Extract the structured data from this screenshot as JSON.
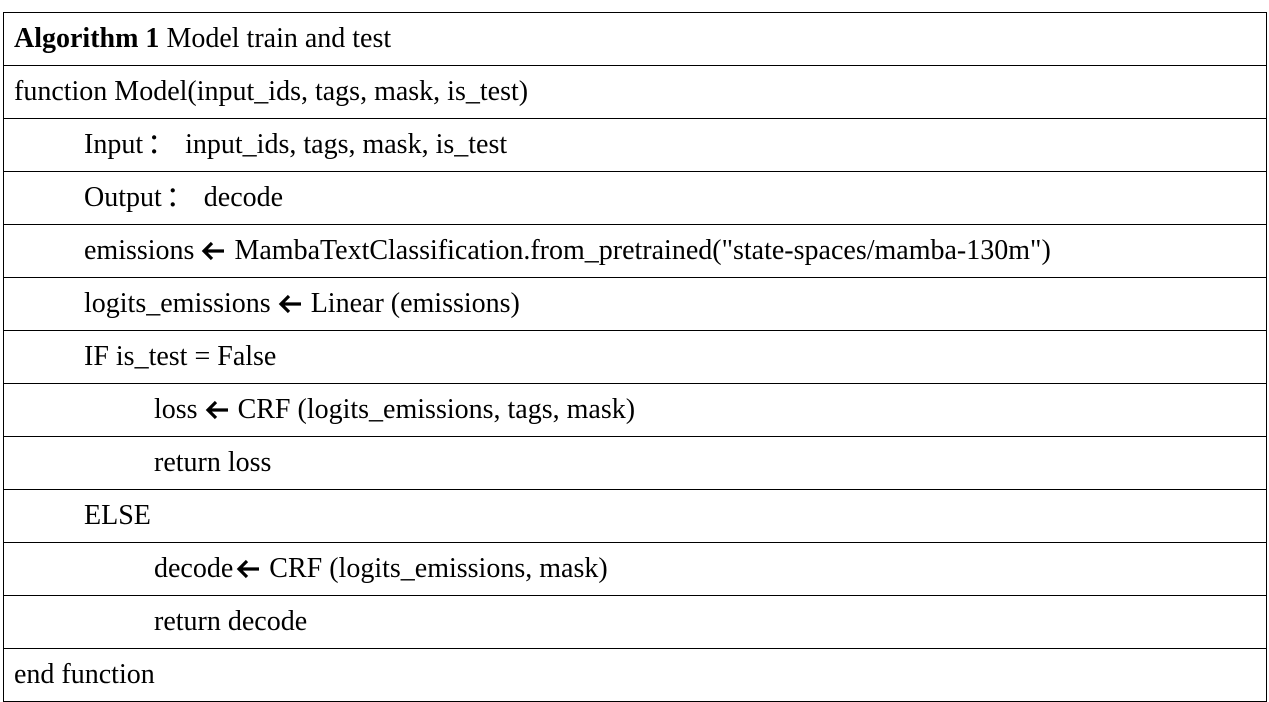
{
  "algorithm": {
    "label": "Algorithm 1",
    "title": "Model train and test",
    "function_sig": "function Model(input_ids, tags, mask, is_test)",
    "input_label": "Input",
    "input_value": "input_ids, tags, mask, is_test",
    "output_label": "Output",
    "output_value": "decode",
    "colon": "：",
    "emissions_lhs": "emissions",
    "emissions_rhs": "MambaTextClassification.from_pretrained(\"state-spaces/mamba-130m\")",
    "logits_lhs": "logits_emissions",
    "logits_rhs": "Linear (emissions)",
    "if_line": "IF is_test = False",
    "loss_lhs": "loss",
    "loss_rhs": "CRF (logits_emissions, tags, mask)",
    "return_loss": "return loss",
    "else_line": "ELSE",
    "decode_lhs": "decode",
    "decode_rhs": "CRF (logits_emissions, mask)",
    "return_decode": "return decode",
    "end_line": "end function",
    "arrow_icon": "left-arrow-icon"
  }
}
